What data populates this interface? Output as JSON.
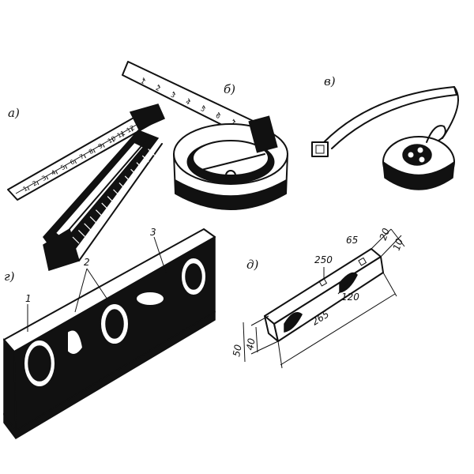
{
  "labels": {
    "a": "а)",
    "b": "б)",
    "v": "в)",
    "g": "г)",
    "d": "д)"
  },
  "folding_rule_ticks": [
    "1",
    "2",
    "3",
    "4",
    "5",
    "6",
    "7",
    "8",
    "9",
    "10",
    "11",
    "12",
    "13"
  ],
  "tape_ticks": [
    "1",
    "2",
    "3",
    "4",
    "5",
    "6",
    "7",
    "8"
  ],
  "level_callouts": [
    "1",
    "2",
    "3"
  ],
  "small_level_dims": {
    "d250": "250",
    "d65": "65",
    "d20": "20",
    "d10": "10",
    "d120": "120",
    "d265": "265",
    "d50": "50",
    "d40": "40"
  }
}
